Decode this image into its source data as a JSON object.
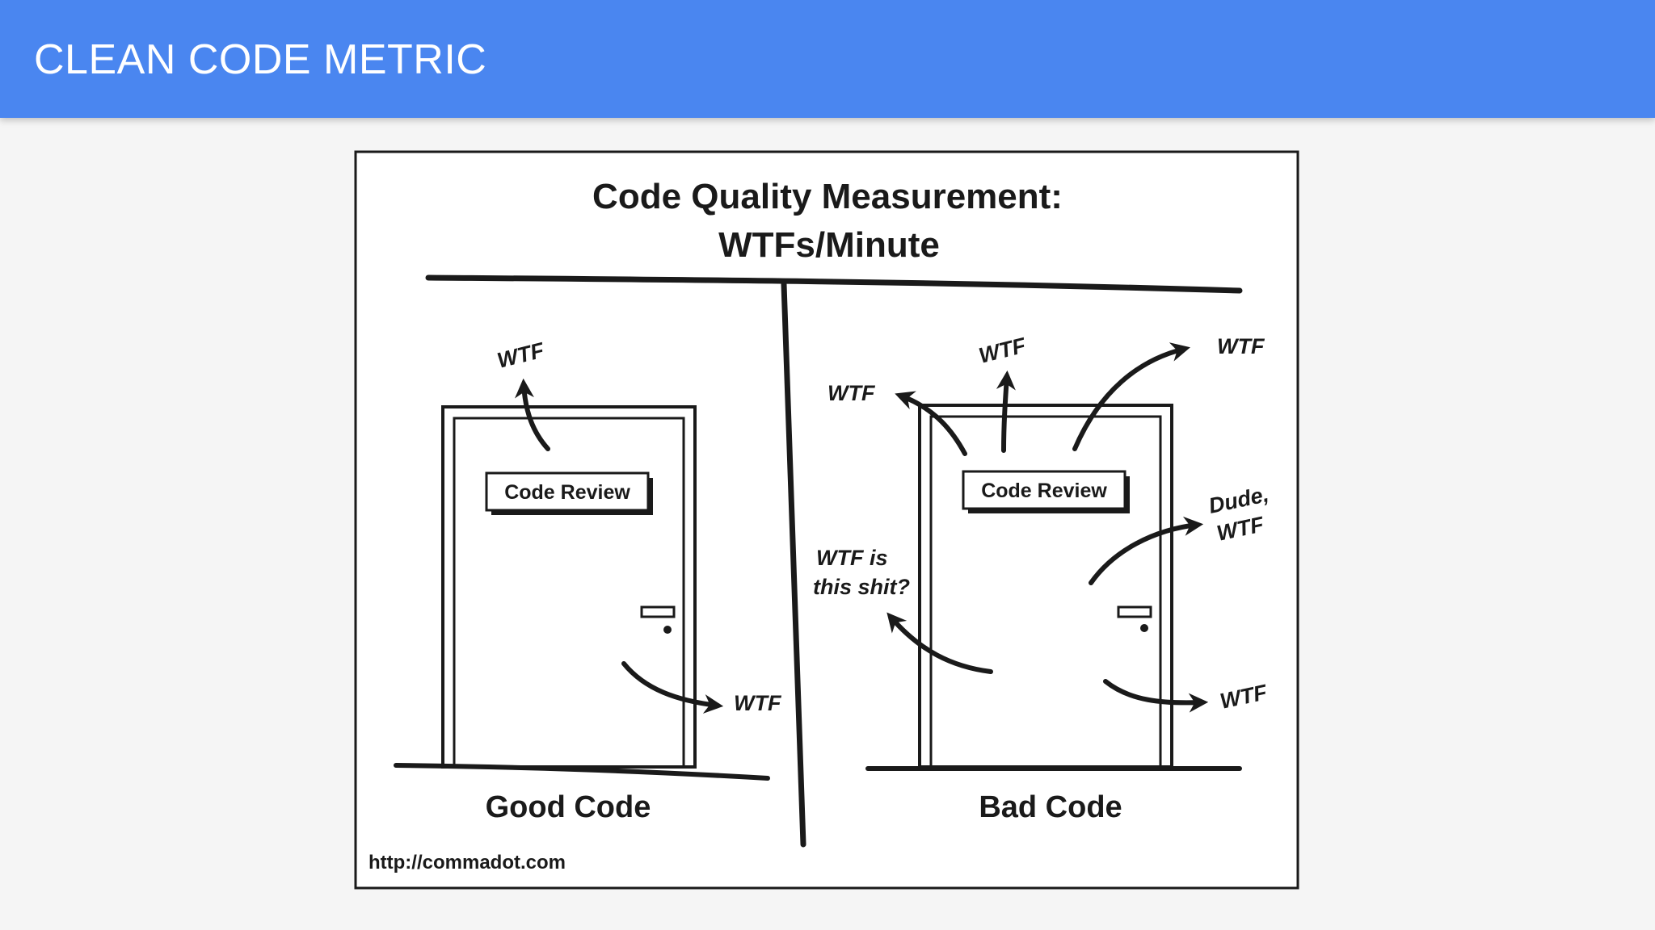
{
  "slide": {
    "title": "CLEAN CODE METRIC",
    "colors": {
      "header_bg": "#4a86f0",
      "header_text": "#ffffff",
      "slide_bg": "#f5f5f5"
    }
  },
  "comic": {
    "title_line1": "Code Quality Measurement:",
    "title_line2": "WTFs/Minute",
    "left_panel": {
      "caption": "Good Code",
      "door_sign": "Code Review",
      "exclamations": [
        "WTF",
        "WTF"
      ]
    },
    "right_panel": {
      "caption": "Bad Code",
      "door_sign": "Code Review",
      "exclamations": [
        "WTF",
        "WTF",
        "WTF",
        "Dude,",
        "WTF",
        "WTF is",
        "this shit?",
        "WTF"
      ]
    },
    "credit": "http://commadot.com"
  }
}
